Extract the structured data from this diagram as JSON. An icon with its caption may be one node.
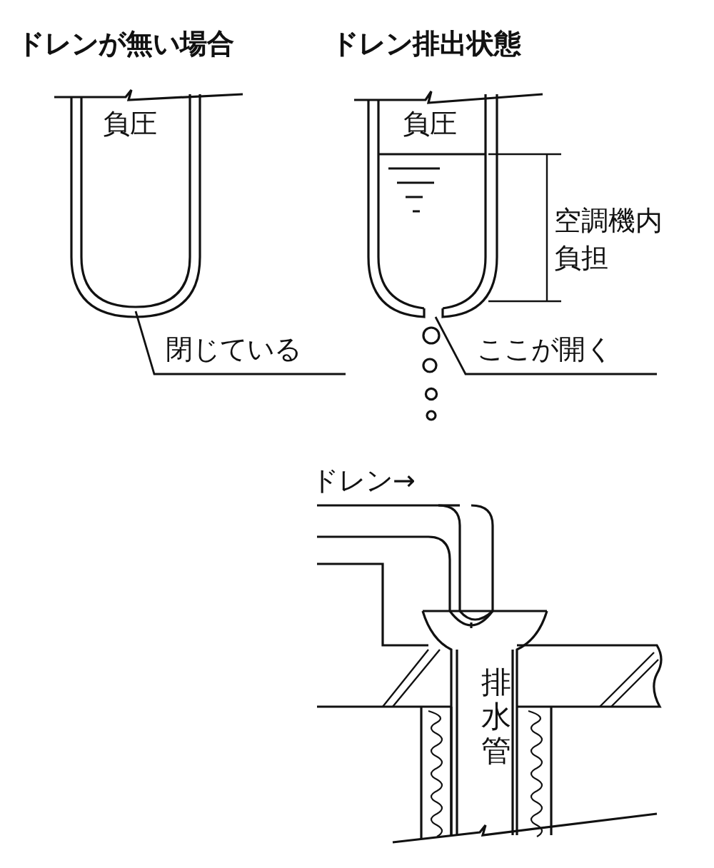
{
  "diagram": {
    "nodes": [
      {
        "text": [
          "閉じている"
        ]
      },
      {
        "text": [
          "ここが開く"
        ]
      }
    ],
    "edges": [
      {
        "from": 0,
        "to": null,
        "arrow": "none"
      },
      {
        "from": 1,
        "to": null,
        "arrow": "none"
      }
    ],
    "labels": [
      "ドレンが無い場合",
      "ドレン排出状態",
      "負圧",
      "負圧",
      "空調機内負担",
      "ドレン→",
      "排水管"
    ]
  }
}
